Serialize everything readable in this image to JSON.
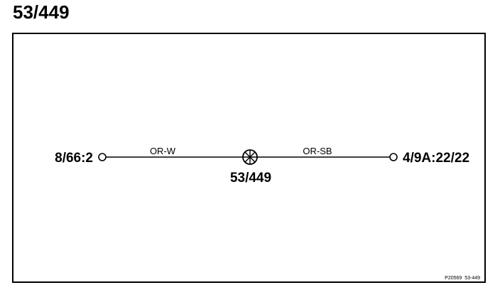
{
  "title": "53/449",
  "diagram": {
    "nodes": {
      "left": {
        "label": "8/66:2",
        "symbol": "open-circle-icon"
      },
      "center": {
        "label": "53/449",
        "symbol": "circled-asterisk-icon"
      },
      "right": {
        "label": "4/9A:22/22",
        "symbol": "open-circle-icon"
      }
    },
    "edges": {
      "left": {
        "label": "OR-W"
      },
      "right": {
        "label": "OR-SB"
      }
    },
    "footnote": "P20569  53-449"
  },
  "colors": {
    "ink": "#000000",
    "background": "#ffffff"
  }
}
